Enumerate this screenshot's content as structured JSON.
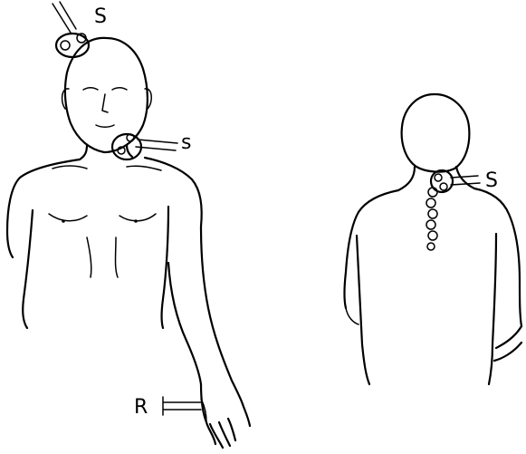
{
  "figure": {
    "labels": {
      "head_electrode": "S",
      "neck_electrode": "s",
      "back_electrode": "S",
      "wrist_electrode": "R"
    }
  }
}
